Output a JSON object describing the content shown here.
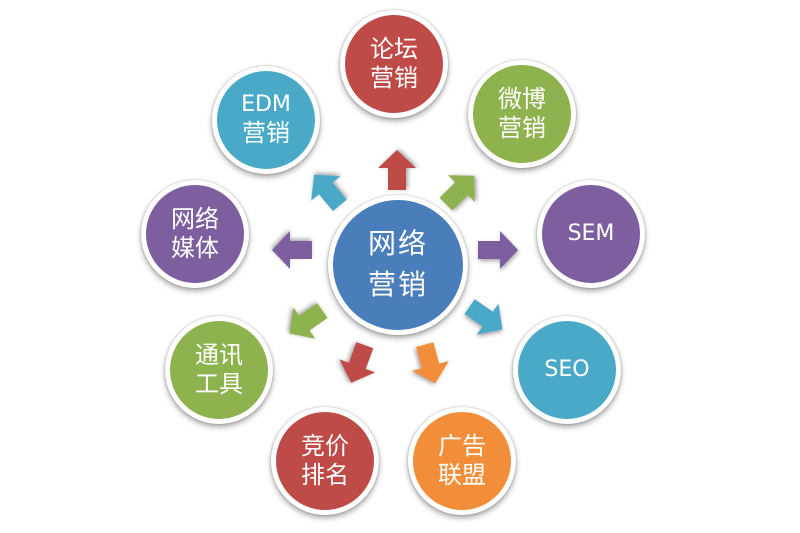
{
  "diagram": {
    "title": "网络营销",
    "center": {
      "line1": "网络",
      "line2": "营销",
      "color": "#4A7EBB"
    },
    "nodes": [
      {
        "id": "forum",
        "line1": "论坛",
        "line2": "营销",
        "color": "#BE4B48"
      },
      {
        "id": "weibo",
        "line1": "微博",
        "line2": "营销",
        "color": "#8DB24E"
      },
      {
        "id": "sem",
        "line1": "SEM",
        "line2": "",
        "color": "#7D5FA0"
      },
      {
        "id": "seo",
        "line1": "SEO",
        "line2": "",
        "color": "#4BA9C8"
      },
      {
        "id": "ad-alliance",
        "line1": "广告",
        "line2": "联盟",
        "color": "#F28E3A"
      },
      {
        "id": "bidding",
        "line1": "竞价",
        "line2": "排名",
        "color": "#BE4B48"
      },
      {
        "id": "im-tools",
        "line1": "通讯",
        "line2": "工具",
        "color": "#8DB24E"
      },
      {
        "id": "web-media",
        "line1": "网络",
        "line2": "媒体",
        "color": "#7D5FA0"
      },
      {
        "id": "edm",
        "line1": "EDM",
        "line2": "营销",
        "color": "#4BA9C8"
      }
    ],
    "arrows": [
      {
        "target": "forum",
        "color": "#BE4B48",
        "angle": -90
      },
      {
        "target": "weibo",
        "color": "#8DB24E",
        "angle": -45
      },
      {
        "target": "sem",
        "color": "#7D5FA0",
        "angle": 0
      },
      {
        "target": "seo",
        "color": "#4BA9C8",
        "angle": 35
      },
      {
        "target": "ad-alliance",
        "color": "#F28E3A",
        "angle": 75
      },
      {
        "target": "bidding",
        "color": "#BE4B48",
        "angle": 110
      },
      {
        "target": "im-tools",
        "color": "#8DB24E",
        "angle": 145
      },
      {
        "target": "web-media",
        "color": "#7D5FA0",
        "angle": 180
      },
      {
        "target": "edm",
        "color": "#4BA9C8",
        "angle": -130
      }
    ]
  }
}
